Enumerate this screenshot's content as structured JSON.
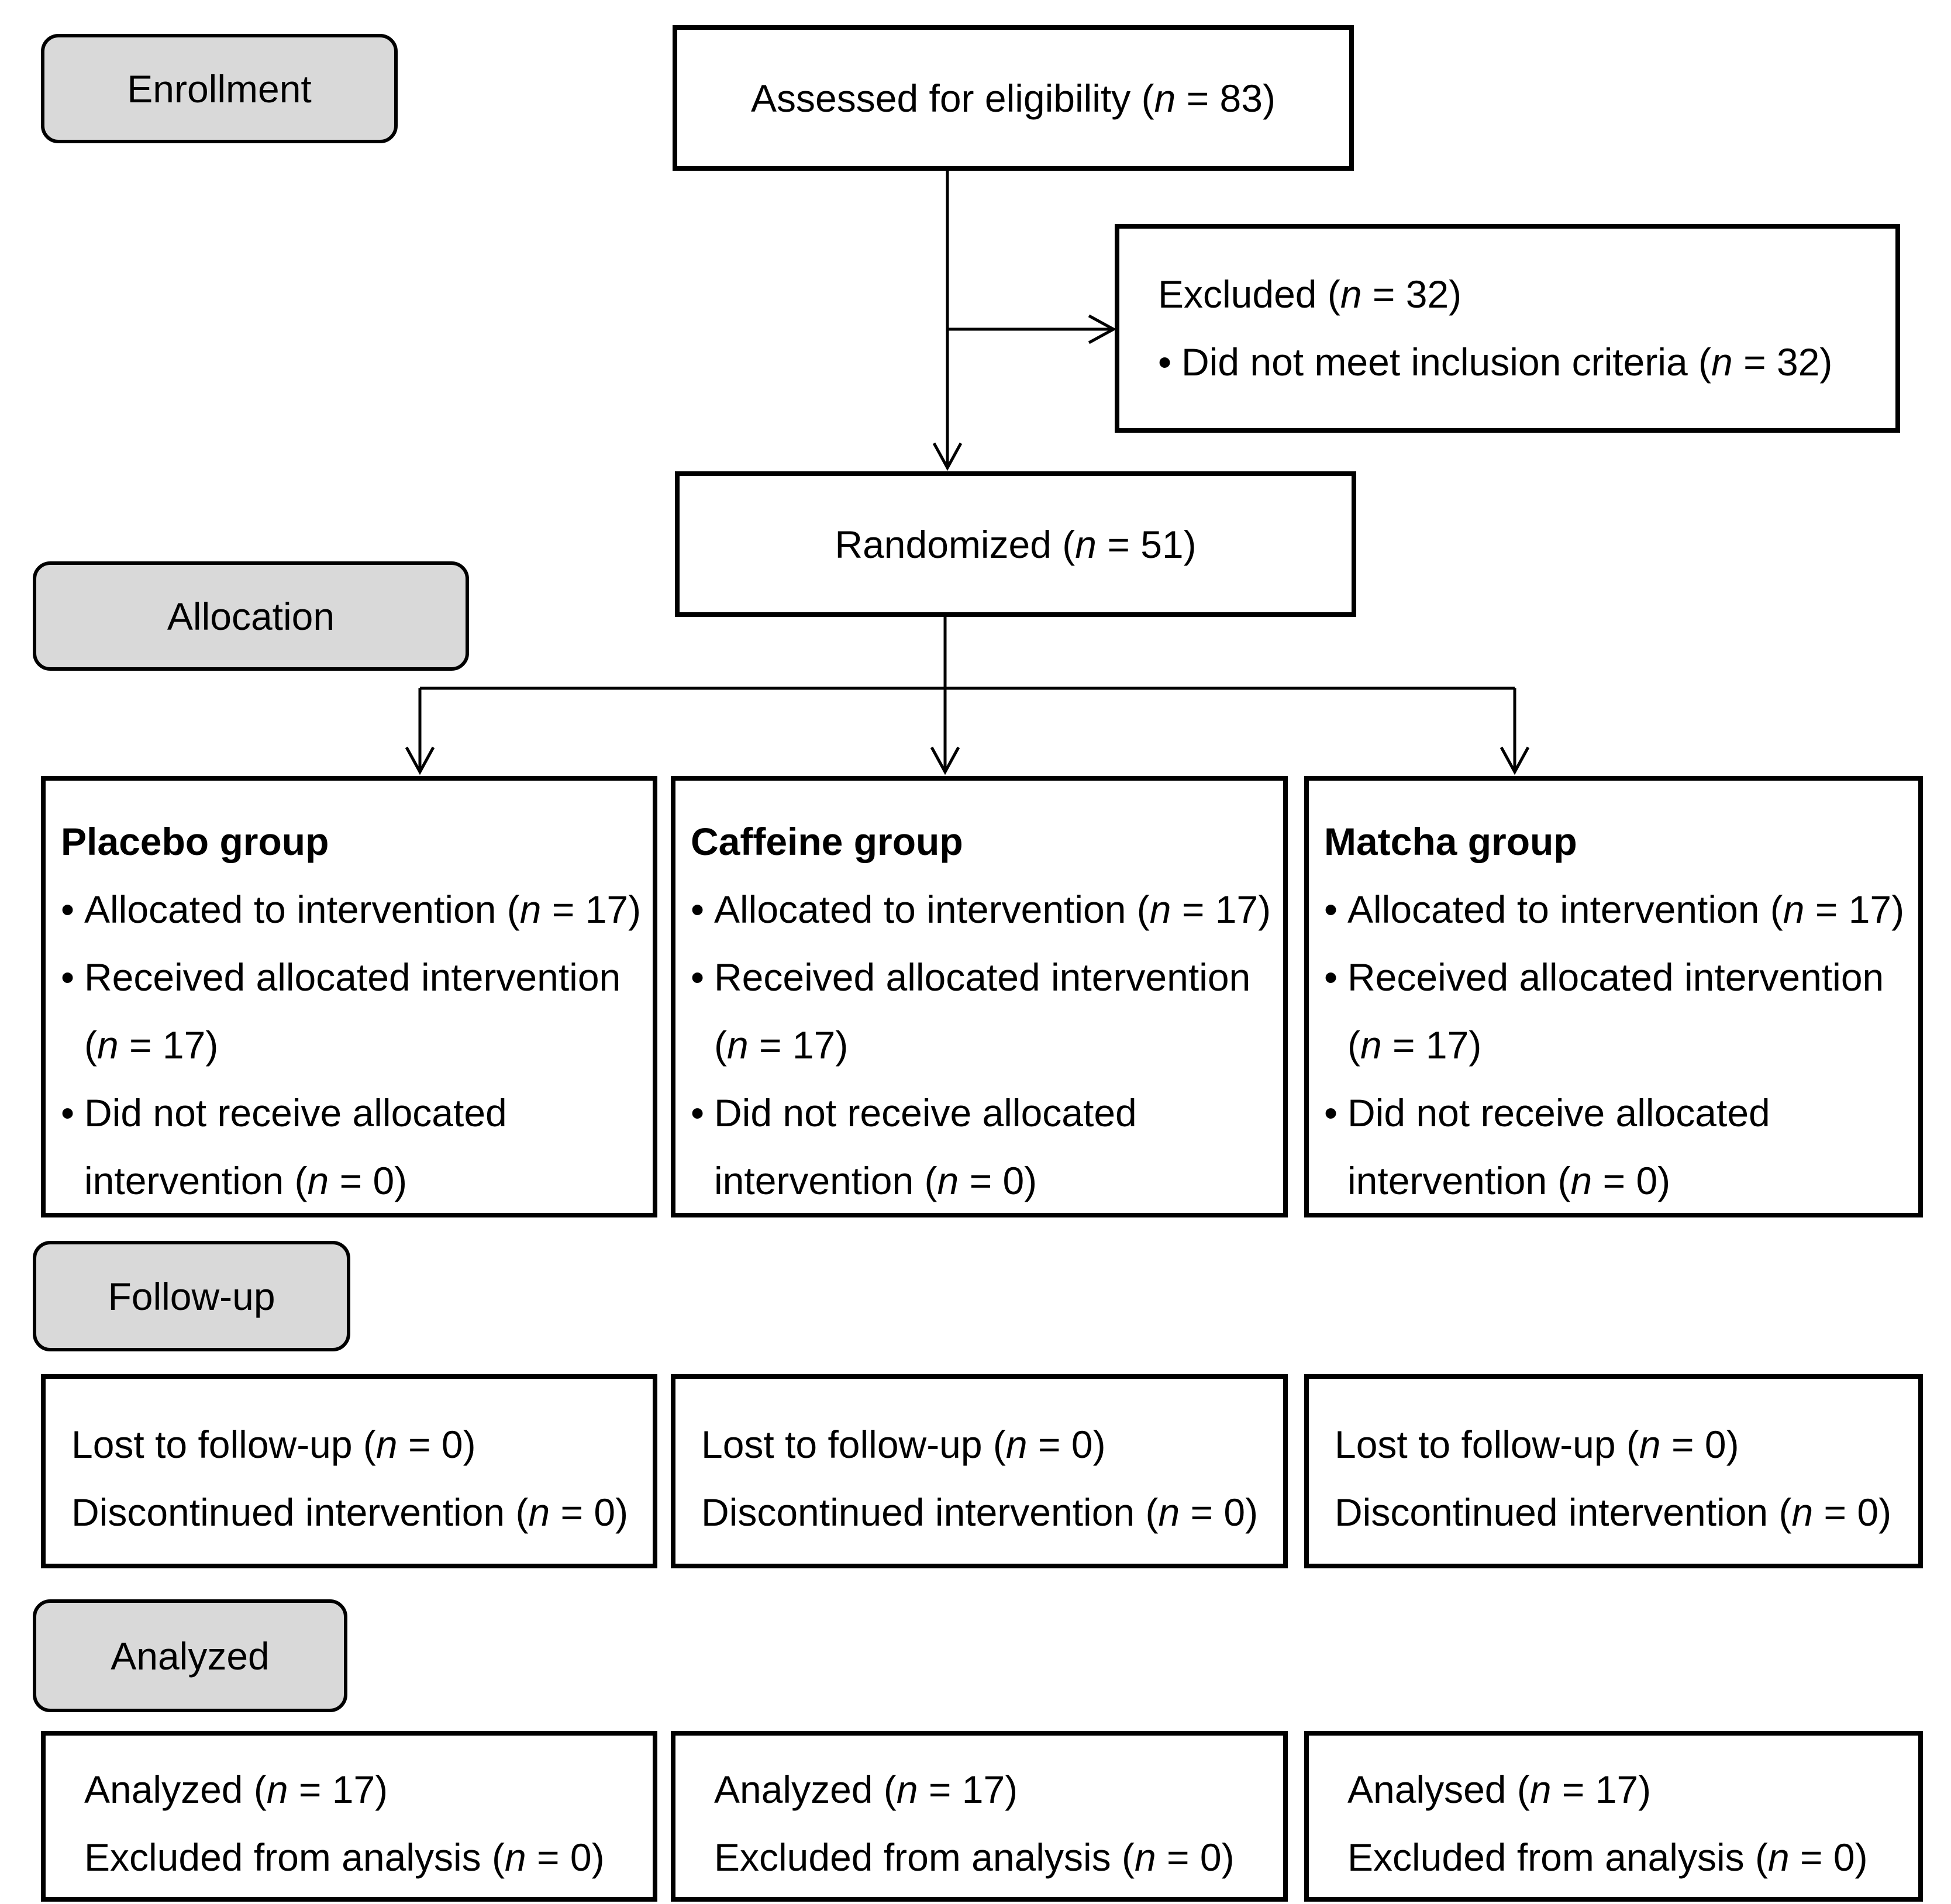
{
  "stages": {
    "enrollment": "Enrollment",
    "allocation": "Allocation",
    "followup": "Follow-up",
    "analyzed": "Analyzed"
  },
  "n": "n",
  "assessed": {
    "label": "Assessed for eligibility (",
    "value": " = 83)"
  },
  "excluded": {
    "label": "Excluded (",
    "value": " = 32)",
    "bullet": "•",
    "reason": "Did not meet inclusion criteria (",
    "reason_value": " = 32)"
  },
  "randomized": {
    "label": "Randomized (",
    "value": " = 51)"
  },
  "groups": [
    {
      "name": "Placebo group",
      "allocated": "Allocated to intervention (",
      "allocated_value": " = 17)",
      "received": "Received allocated intervention",
      "received_value_open": "(",
      "received_value": " = 17)",
      "not_received": "Did not receive allocated",
      "not_received_2": "intervention (",
      "not_received_value": " = 0)",
      "lost": "Lost to follow-up (",
      "lost_value": " = 0)",
      "discontinued": "Discontinued intervention (",
      "discontinued_value": " = 0)",
      "analyzed": "Analyzed (",
      "analyzed_value": " = 17)",
      "excluded_analysis": "Excluded from analysis (",
      "excluded_analysis_value": " = 0)"
    },
    {
      "name": "Caffeine group",
      "allocated": "Allocated to intervention (",
      "allocated_value": " = 17)",
      "received": "Received allocated intervention",
      "received_value_open": "(",
      "received_value": " = 17)",
      "not_received": "Did not receive allocated",
      "not_received_2": "intervention (",
      "not_received_value": " = 0)",
      "lost": "Lost to follow-up (",
      "lost_value": " = 0)",
      "discontinued": "Discontinued intervention (",
      "discontinued_value": " = 0)",
      "analyzed": "Analyzed (",
      "analyzed_value": " = 17)",
      "excluded_analysis": "Excluded from analysis (",
      "excluded_analysis_value": " = 0)"
    },
    {
      "name": "Matcha group",
      "allocated": "Allocated to intervention (",
      "allocated_value": " = 17)",
      "received": "Received allocated intervention",
      "received_value_open": "(",
      "received_value": " = 17)",
      "not_received": "Did not receive allocated",
      "not_received_2": "intervention (",
      "not_received_value": " = 0)",
      "lost": "Lost to follow-up (",
      "lost_value": " = 0)",
      "discontinued": "Discontinued intervention (",
      "discontinued_value": " = 0)",
      "analyzed": "Analysed (",
      "analyzed_value": " = 17)",
      "excluded_analysis": "Excluded from analysis (",
      "excluded_analysis_value": " = 0)"
    }
  ]
}
